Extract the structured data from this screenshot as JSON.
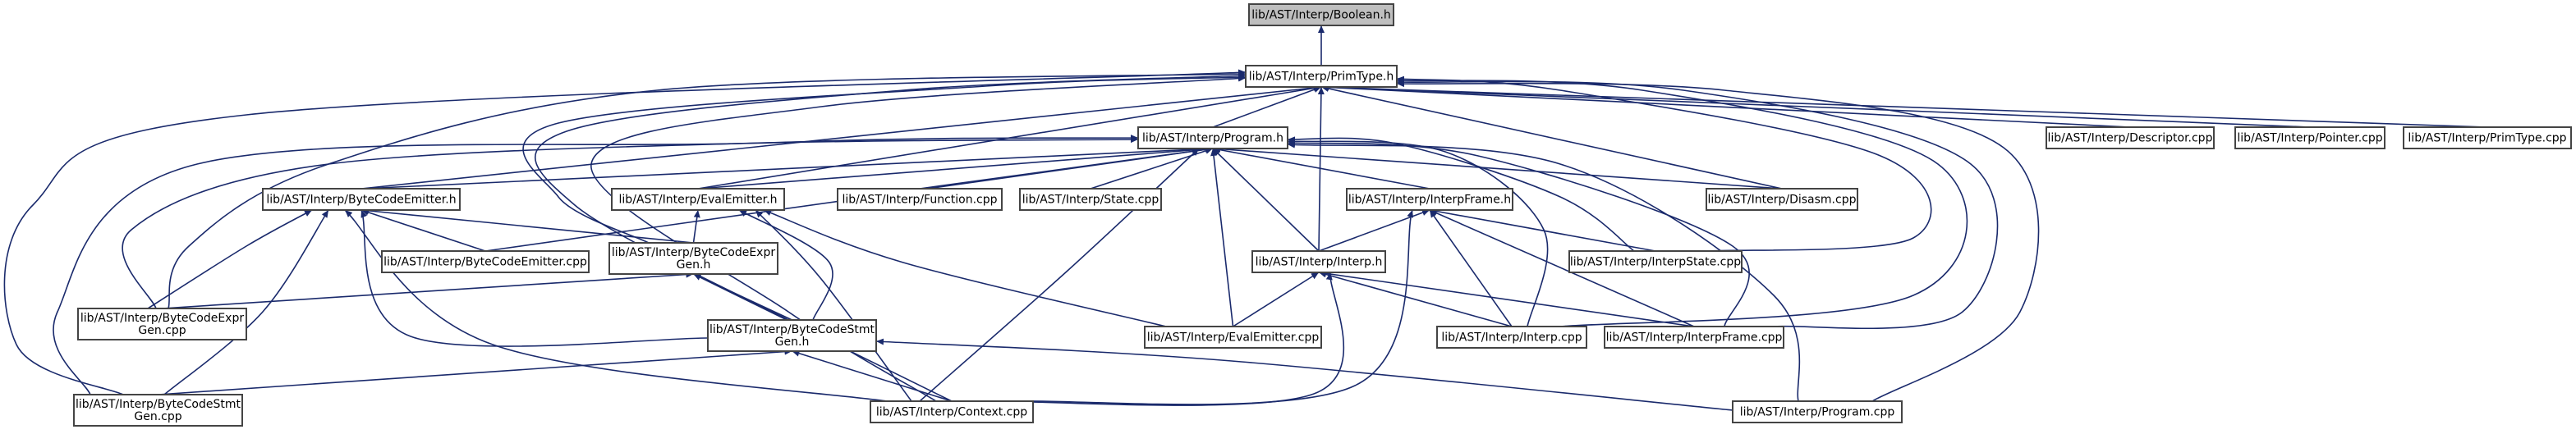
{
  "graph": {
    "root": "boolean_h",
    "nodes": [
      {
        "id": "boolean_h",
        "lines": [
          "lib/AST/Interp/Boolean.h"
        ],
        "highlight": true
      },
      {
        "id": "primtype_h",
        "lines": [
          "lib/AST/Interp/PrimType.h"
        ]
      },
      {
        "id": "program_h",
        "lines": [
          "lib/AST/Interp/Program.h"
        ]
      },
      {
        "id": "descriptor_cpp",
        "lines": [
          "lib/AST/Interp/Descriptor.cpp"
        ]
      },
      {
        "id": "pointer_cpp",
        "lines": [
          "lib/AST/Interp/Pointer.cpp"
        ]
      },
      {
        "id": "primtype_cpp",
        "lines": [
          "lib/AST/Interp/PrimType.cpp"
        ]
      },
      {
        "id": "bytecodeemitter_h",
        "lines": [
          "lib/AST/Interp/ByteCodeEmitter.h"
        ]
      },
      {
        "id": "evalemitter_h",
        "lines": [
          "lib/AST/Interp/EvalEmitter.h"
        ]
      },
      {
        "id": "function_cpp",
        "lines": [
          "lib/AST/Interp/Function.cpp"
        ]
      },
      {
        "id": "state_cpp",
        "lines": [
          "lib/AST/Interp/State.cpp"
        ]
      },
      {
        "id": "interpframe_h",
        "lines": [
          "lib/AST/Interp/InterpFrame.h"
        ]
      },
      {
        "id": "disasm_cpp",
        "lines": [
          "lib/AST/Interp/Disasm.cpp"
        ]
      },
      {
        "id": "bytecodeemitter_cpp",
        "lines": [
          "lib/AST/Interp/ByteCodeEmitter.cpp"
        ]
      },
      {
        "id": "bytecodeexprgen_h",
        "lines": [
          "lib/AST/Interp/ByteCodeExpr",
          "Gen.h"
        ]
      },
      {
        "id": "interp_h",
        "lines": [
          "lib/AST/Interp/Interp.h"
        ]
      },
      {
        "id": "interpstate_cpp",
        "lines": [
          "lib/AST/Interp/InterpState.cpp"
        ]
      },
      {
        "id": "bytecodeexprgen_cpp",
        "lines": [
          "lib/AST/Interp/ByteCodeExpr",
          "Gen.cpp"
        ]
      },
      {
        "id": "bytecodestmtgen_h",
        "lines": [
          "lib/AST/Interp/ByteCodeStmt",
          "Gen.h"
        ]
      },
      {
        "id": "evalemitter_cpp",
        "lines": [
          "lib/AST/Interp/EvalEmitter.cpp"
        ]
      },
      {
        "id": "interp_cpp",
        "lines": [
          "lib/AST/Interp/Interp.cpp"
        ]
      },
      {
        "id": "interpframe_cpp",
        "lines": [
          "lib/AST/Interp/InterpFrame.cpp"
        ]
      },
      {
        "id": "bytecodestmtgen_cpp",
        "lines": [
          "lib/AST/Interp/ByteCodeStmt",
          "Gen.cpp"
        ]
      },
      {
        "id": "context_cpp",
        "lines": [
          "lib/AST/Interp/Context.cpp"
        ]
      },
      {
        "id": "program_cpp",
        "lines": [
          "lib/AST/Interp/Program.cpp"
        ]
      }
    ],
    "edges": [
      {
        "from": "primtype_h",
        "to": "boolean_h"
      },
      {
        "from": "program_h",
        "to": "primtype_h"
      },
      {
        "from": "descriptor_cpp",
        "to": "primtype_h"
      },
      {
        "from": "pointer_cpp",
        "to": "primtype_h"
      },
      {
        "from": "primtype_cpp",
        "to": "primtype_h"
      },
      {
        "from": "bytecodeemitter_h",
        "to": "primtype_h"
      },
      {
        "from": "evalemitter_h",
        "to": "primtype_h"
      },
      {
        "from": "disasm_cpp",
        "to": "primtype_h"
      },
      {
        "from": "interp_h",
        "to": "primtype_h"
      },
      {
        "from": "bytecodeexprgen_h",
        "to": "primtype_h"
      },
      {
        "from": "bytecodestmtgen_h",
        "to": "primtype_h"
      },
      {
        "from": "bytecodeexprgen_cpp",
        "to": "primtype_h"
      },
      {
        "from": "bytecodestmtgen_cpp",
        "to": "primtype_h"
      },
      {
        "from": "context_cpp",
        "to": "primtype_h"
      },
      {
        "from": "interpstate_cpp",
        "to": "primtype_h"
      },
      {
        "from": "interp_cpp",
        "to": "primtype_h"
      },
      {
        "from": "interpframe_cpp",
        "to": "primtype_h"
      },
      {
        "from": "program_cpp",
        "to": "primtype_h"
      },
      {
        "from": "bytecodeemitter_h",
        "to": "program_h"
      },
      {
        "from": "evalemitter_h",
        "to": "program_h"
      },
      {
        "from": "function_cpp",
        "to": "program_h"
      },
      {
        "from": "state_cpp",
        "to": "program_h"
      },
      {
        "from": "interpframe_h",
        "to": "program_h"
      },
      {
        "from": "disasm_cpp",
        "to": "program_h"
      },
      {
        "from": "interp_h",
        "to": "program_h"
      },
      {
        "from": "bytecodeemitter_cpp",
        "to": "program_h"
      },
      {
        "from": "interpstate_cpp",
        "to": "program_h"
      },
      {
        "from": "bytecodeexprgen_cpp",
        "to": "program_h"
      },
      {
        "from": "bytecodestmtgen_cpp",
        "to": "program_h"
      },
      {
        "from": "evalemitter_cpp",
        "to": "program_h"
      },
      {
        "from": "interp_cpp",
        "to": "program_h"
      },
      {
        "from": "interpframe_cpp",
        "to": "program_h"
      },
      {
        "from": "context_cpp",
        "to": "program_h"
      },
      {
        "from": "program_cpp",
        "to": "program_h"
      },
      {
        "from": "bytecodeemitter_cpp",
        "to": "bytecodeemitter_h"
      },
      {
        "from": "bytecodeexprgen_h",
        "to": "bytecodeemitter_h"
      },
      {
        "from": "bytecodeexprgen_cpp",
        "to": "bytecodeemitter_h"
      },
      {
        "from": "bytecodestmtgen_h",
        "to": "bytecodeemitter_h"
      },
      {
        "from": "bytecodestmtgen_cpp",
        "to": "bytecodeemitter_h"
      },
      {
        "from": "context_cpp",
        "to": "bytecodeemitter_h"
      },
      {
        "from": "bytecodeexprgen_h",
        "to": "evalemitter_h"
      },
      {
        "from": "bytecodestmtgen_h",
        "to": "evalemitter_h"
      },
      {
        "from": "evalemitter_cpp",
        "to": "evalemitter_h"
      },
      {
        "from": "context_cpp",
        "to": "evalemitter_h"
      },
      {
        "from": "interp_h",
        "to": "interpframe_h"
      },
      {
        "from": "interpstate_cpp",
        "to": "interpframe_h"
      },
      {
        "from": "interp_cpp",
        "to": "interpframe_h"
      },
      {
        "from": "interpframe_cpp",
        "to": "interpframe_h"
      },
      {
        "from": "context_cpp",
        "to": "interpframe_h"
      },
      {
        "from": "bytecodeexprgen_cpp",
        "to": "bytecodeexprgen_h"
      },
      {
        "from": "bytecodestmtgen_h",
        "to": "bytecodeexprgen_h"
      },
      {
        "from": "context_cpp",
        "to": "bytecodeexprgen_h"
      },
      {
        "from": "evalemitter_cpp",
        "to": "interp_h"
      },
      {
        "from": "interp_cpp",
        "to": "interp_h"
      },
      {
        "from": "interpframe_cpp",
        "to": "interp_h"
      },
      {
        "from": "context_cpp",
        "to": "interp_h"
      },
      {
        "from": "bytecodestmtgen_cpp",
        "to": "bytecodestmtgen_h"
      },
      {
        "from": "context_cpp",
        "to": "bytecodestmtgen_h"
      },
      {
        "from": "program_cpp",
        "to": "bytecodestmtgen_h"
      }
    ]
  },
  "colors": {
    "edge": "#1a2a6c",
    "node_border": "#444444",
    "root_fill": "#bfbfbf",
    "node_fill": "#ffffff"
  }
}
